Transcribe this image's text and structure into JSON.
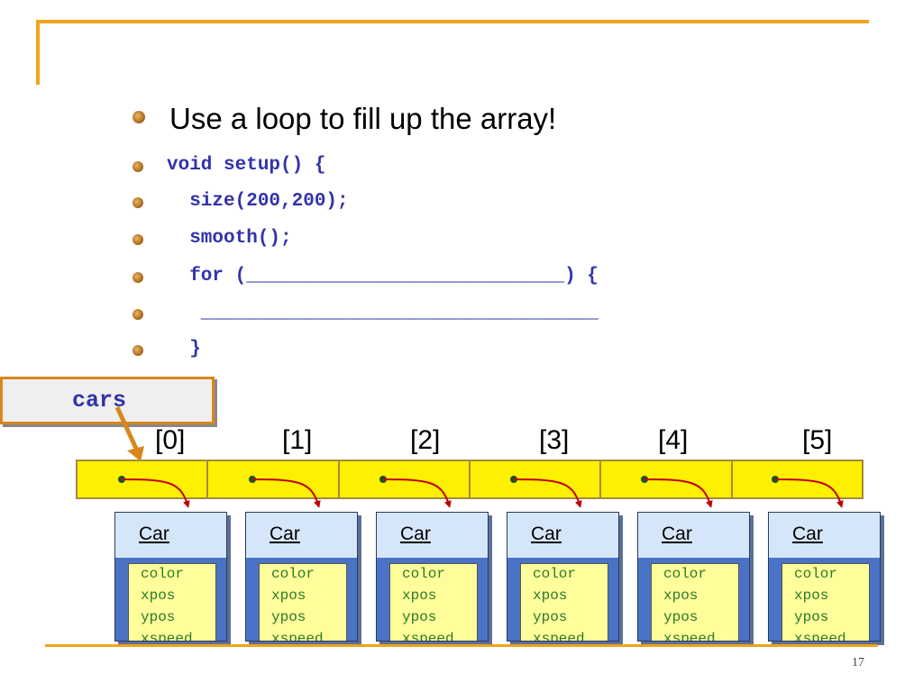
{
  "bullets": [
    {
      "style": "prose",
      "text": "Use a loop to fill up the array!"
    },
    {
      "style": "code",
      "text": "void setup() {"
    },
    {
      "style": "code",
      "text": "  size(200,200);"
    },
    {
      "style": "code",
      "text": "  smooth();"
    },
    {
      "style": "code",
      "text": "  for (____________________________) {"
    },
    {
      "style": "code",
      "text": "   ___________________________________"
    },
    {
      "style": "code",
      "text": "  }"
    }
  ],
  "array": {
    "name": "cars",
    "indices": [
      "[0]",
      "[1]",
      "[2]",
      "[3]",
      "[4]",
      "[5]"
    ]
  },
  "objects": [
    {
      "class_name": "Car",
      "fields": [
        "color",
        "xpos",
        "ypos",
        "xspeed"
      ]
    },
    {
      "class_name": "Car",
      "fields": [
        "color",
        "xpos",
        "ypos",
        "xspeed"
      ]
    },
    {
      "class_name": "Car",
      "fields": [
        "color",
        "xpos",
        "ypos",
        "xspeed"
      ]
    },
    {
      "class_name": "Car",
      "fields": [
        "color",
        "xpos",
        "ypos",
        "xspeed"
      ]
    },
    {
      "class_name": "Car",
      "fields": [
        "color",
        "xpos",
        "ypos",
        "xspeed"
      ]
    },
    {
      "class_name": "Car",
      "fields": [
        "color",
        "xpos",
        "ypos",
        "xspeed"
      ]
    }
  ],
  "page_number": "17",
  "colors": {
    "accent": "#f2a31c",
    "code": "#3333aa",
    "array_fill": "#fdf000",
    "pointer": "#c00000",
    "card_blue": "#d6e6fa",
    "field_fill": "#fffe9a",
    "field_text": "#2b7a2b"
  }
}
